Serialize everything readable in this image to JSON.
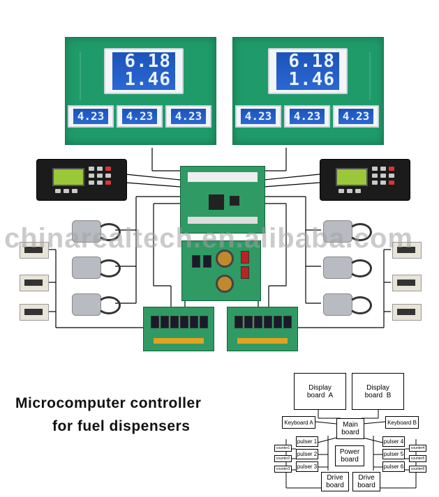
{
  "display_readout": {
    "amount": "6.18",
    "volume": "1.46",
    "sub": "4.23"
  },
  "watermark": "chinarealtech.en.alibaba.com",
  "title": {
    "line1": "Microcomputer controller",
    "line2": "for fuel dispensers"
  },
  "schematic": {
    "display_a": "Display\nboard  A",
    "display_b": "Display\nboard  B",
    "keyboard_a": "Keyboard A",
    "keyboard_b": "Keyboard B",
    "main_board": "Main\nboard",
    "power_board": "Power\nboard",
    "drive_board": "Drive\nboard",
    "pulsers": [
      "pulser 1",
      "pulser 2",
      "pulser 3",
      "pulser 4",
      "pulser 5",
      "pulser 6"
    ],
    "counters": [
      "counter1",
      "counter2",
      "counter3",
      "counter4",
      "counter5",
      "counter6"
    ]
  },
  "colors": {
    "pcb": "#1f9b6a",
    "lcd": "#2a68d4",
    "line": "#000000"
  }
}
